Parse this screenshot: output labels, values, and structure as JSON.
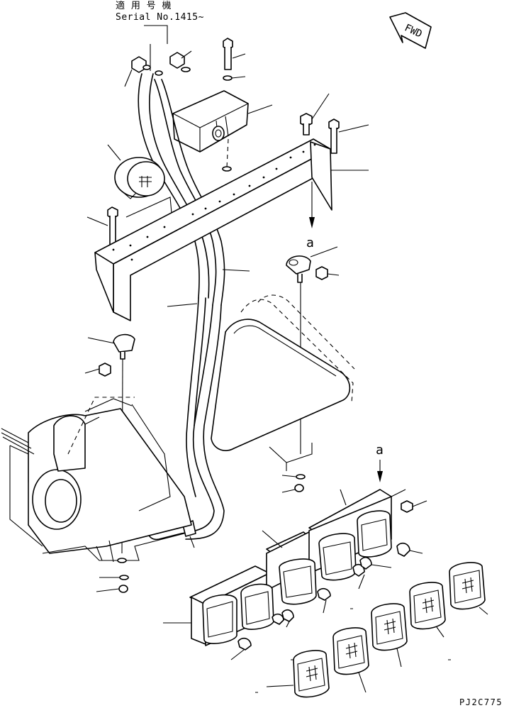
{
  "header": {
    "applicable_label": "適 用 号 機",
    "serial_label": "Serial No.1415~"
  },
  "direction_marker": {
    "label": "FWD",
    "icon": "forward-arrow-icon"
  },
  "callouts": {
    "view_a_top": "a",
    "view_a_bottom": "a"
  },
  "drawing_code": "PJ2C775",
  "colors": {
    "ink": "#000000",
    "paper": "#ffffff"
  }
}
